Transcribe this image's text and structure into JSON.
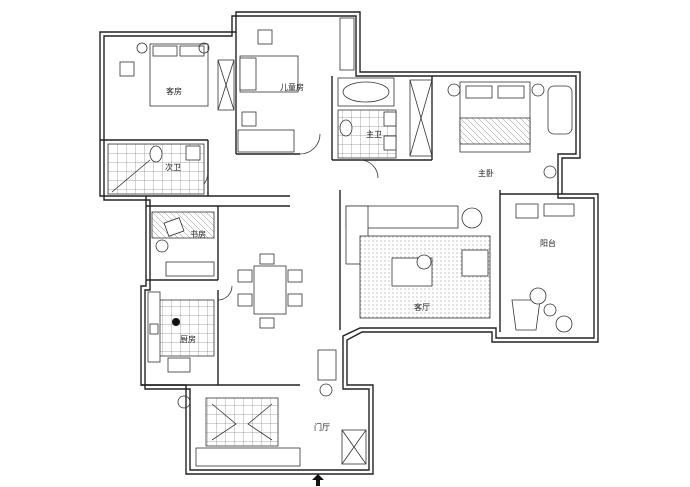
{
  "rooms": {
    "guest_room": "客房",
    "kids_room": "儿童房",
    "master_bath": "主卫",
    "master_bedroom": "主卧",
    "guest_bath": "次卫",
    "study": "书房",
    "balcony": "阳台",
    "living_room": "客厅",
    "kitchen": "厨房",
    "foyer": "门厅"
  }
}
